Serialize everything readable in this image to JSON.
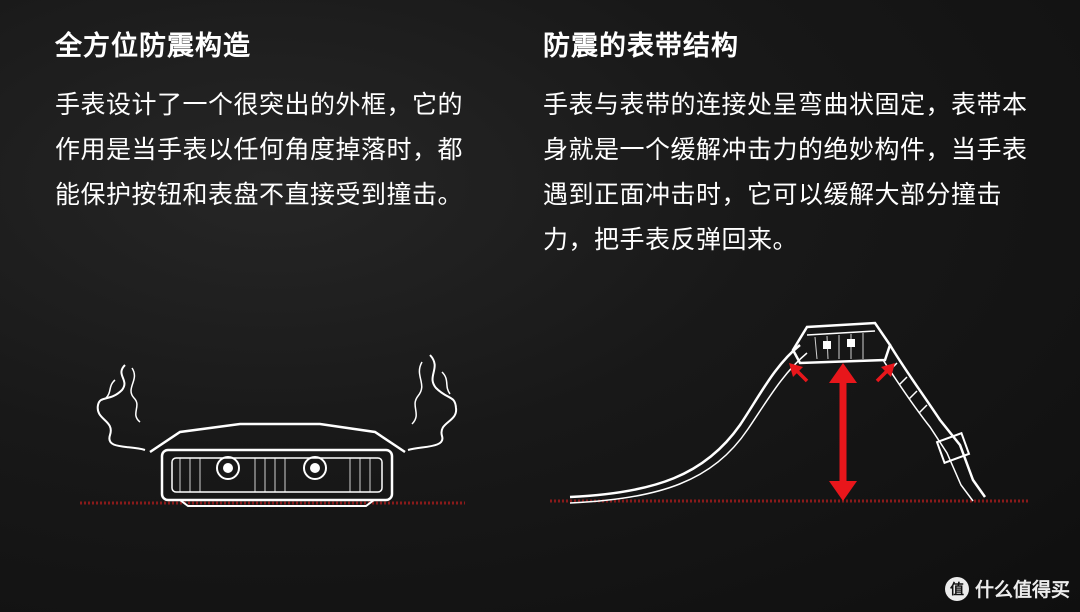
{
  "left_panel": {
    "heading": "全方位防震构造",
    "body": "手表设计了一个很突出的外框，它的作用是当手表以任何角度掉落时，都能保护按钮和表盘不直接受到撞击。",
    "illustration_icon": "watch-case-side-sketch"
  },
  "right_panel": {
    "heading": "防震的表带结构",
    "body": "手表与表带的连接处呈弯曲状固定，表带本身就是一个缓解冲击力的绝妙构件，当手表遇到正面冲击时，它可以缓解大部分撞击力，把手表反弹回来。",
    "illustration_icon": "watch-strap-impact-sketch"
  },
  "watermark": {
    "logo_glyph": "值",
    "text": "什么值得买"
  },
  "colors": {
    "background": "#151515",
    "text": "#ffffff",
    "accent_red": "#e8161b",
    "ground_line": "#8a1a1a"
  }
}
